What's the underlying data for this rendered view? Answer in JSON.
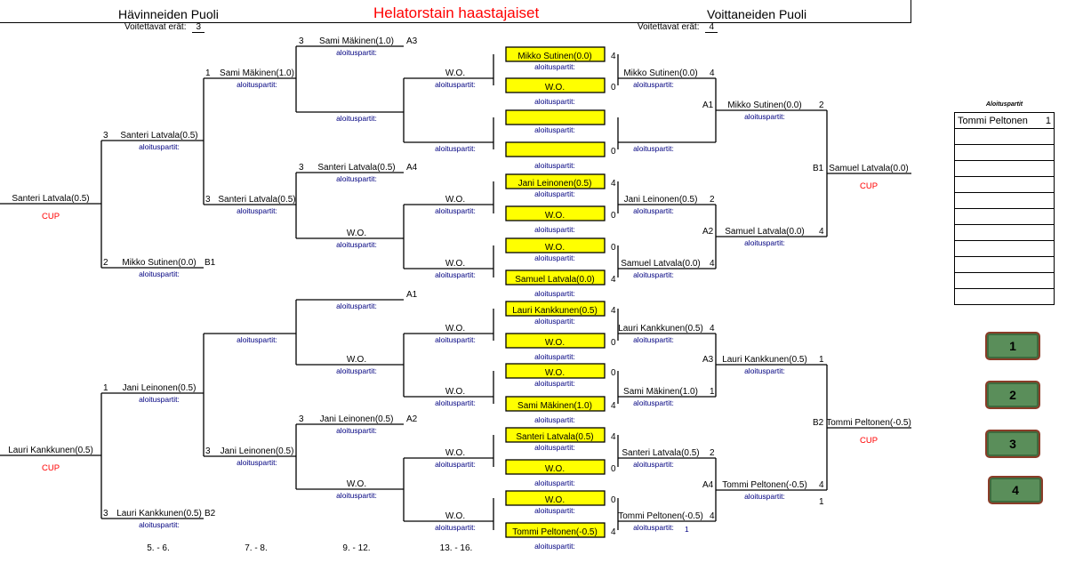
{
  "header": {
    "losers_side": "Hävinneiden Puoli",
    "title": "Helatorstain haastajaiset",
    "winners_side": "Voittaneiden Puoli",
    "losers_wins_label": "Voitettavat erät:",
    "losers_wins_value": "3",
    "winners_wins_label": "Voitettavat erät:",
    "winners_wins_value": "4"
  },
  "round_labels": [
    "5. - 6.",
    "7. - 8.",
    "9. - 12.",
    "13. - 16."
  ],
  "sub_label": "aloituspartit:",
  "cup_label": "CUP",
  "losers_rounds": {
    "col1": [
      {
        "name": "Santeri Latvala(0.5)",
        "cup": true
      },
      {
        "name": "Lauri Kankkunen(0.5)",
        "cup": true
      }
    ],
    "col2": [
      {
        "score": "3",
        "name": "Santeri Latvala(0.5)",
        "tag": ""
      },
      {
        "score": "2",
        "name": "Mikko Sutinen(0.0)",
        "tag": "B1"
      },
      {
        "score": "1",
        "name": "Jani Leinonen(0.5)",
        "tag": ""
      },
      {
        "score": "3",
        "name": "Lauri Kankkunen(0.5)",
        "tag": "B2"
      }
    ],
    "col3": [
      {
        "score": "1",
        "name": "Sami Mäkinen(1.0)"
      },
      {
        "score": "3",
        "name": "Santeri Latvala(0.5)"
      },
      {
        "score": "",
        "name": ""
      },
      {
        "score": "3",
        "name": "Jani Leinonen(0.5)"
      }
    ],
    "col4": [
      {
        "score": "3",
        "name": "Sami Mäkinen(1.0)",
        "tag": "A3"
      },
      {
        "score": "",
        "name": "",
        "tag": ""
      },
      {
        "score": "3",
        "name": "Santeri Latvala(0.5)",
        "tag": "A4"
      },
      {
        "score": "",
        "name": "W.O.",
        "tag": ""
      },
      {
        "score": "",
        "name": "",
        "tag": "A1"
      },
      {
        "score": "",
        "name": "W.O.",
        "tag": ""
      },
      {
        "score": "3",
        "name": "Jani Leinonen(0.5)",
        "tag": "A2"
      },
      {
        "score": "",
        "name": "W.O.",
        "tag": ""
      }
    ],
    "col5": [
      "W.O.",
      "",
      "W.O.",
      "W.O.",
      "W.O.",
      "W.O.",
      "W.O.",
      "W.O."
    ]
  },
  "first_round": [
    {
      "name": "Mikko Sutinen(0.0)",
      "score": "4"
    },
    {
      "name": "W.O.",
      "score": "0"
    },
    {
      "name": "",
      "score": ""
    },
    {
      "name": "",
      "score": "0"
    },
    {
      "name": "Jani Leinonen(0.5)",
      "score": "4"
    },
    {
      "name": "W.O.",
      "score": "0"
    },
    {
      "name": "W.O.",
      "score": "0"
    },
    {
      "name": "Samuel Latvala(0.0)",
      "score": "4"
    },
    {
      "name": "Lauri Kankkunen(0.5)",
      "score": "4"
    },
    {
      "name": "W.O.",
      "score": "0"
    },
    {
      "name": "W.O.",
      "score": "0"
    },
    {
      "name": "Sami Mäkinen(1.0)",
      "score": "4"
    },
    {
      "name": "Santeri Latvala(0.5)",
      "score": "4"
    },
    {
      "name": "W.O.",
      "score": "0"
    },
    {
      "name": "W.O.",
      "score": "0"
    },
    {
      "name": "Tommi Peltonen(-0.5)",
      "score": "4"
    }
  ],
  "winners_rounds": {
    "qf": [
      {
        "name": "Mikko Sutinen(0.0)",
        "score": "4",
        "sub_extra": ""
      },
      {
        "name": "",
        "score": "",
        "sub_extra": ""
      },
      {
        "name": "Jani Leinonen(0.5)",
        "score": "2",
        "sub_extra": ""
      },
      {
        "name": "Samuel Latvala(0.0)",
        "score": "4",
        "sub_extra": ""
      },
      {
        "name": "Lauri Kankkunen(0.5)",
        "score": "4",
        "sub_extra": ""
      },
      {
        "name": "Sami Mäkinen(1.0)",
        "score": "1",
        "sub_extra": ""
      },
      {
        "name": "Santeri Latvala(0.5)",
        "score": "2",
        "sub_extra": ""
      },
      {
        "name": "Tommi Peltonen(-0.5)",
        "score": "4",
        "sub_extra": "1"
      }
    ],
    "sf": [
      {
        "tag": "A1",
        "name": "Mikko Sutinen(0.0)",
        "score": "2"
      },
      {
        "tag": "A2",
        "name": "Samuel Latvala(0.0)",
        "score": "4"
      },
      {
        "tag": "A3",
        "name": "Lauri Kankkunen(0.5)",
        "score": "1"
      },
      {
        "tag": "A4",
        "name": "Tommi Peltonen(-0.5)",
        "score": "4"
      }
    ],
    "final": [
      {
        "tag": "B1",
        "name": "Samuel Latvala(0.0)"
      },
      {
        "tag": "B2",
        "name": "Tommi Peltonen(-0.5)"
      }
    ],
    "extra_score": "1"
  },
  "side_panel": {
    "title": "Aloituspartit",
    "rows": [
      {
        "name": "Tommi Peltonen",
        "count": "1"
      },
      {
        "name": "",
        "count": ""
      },
      {
        "name": "",
        "count": ""
      },
      {
        "name": "",
        "count": ""
      },
      {
        "name": "",
        "count": ""
      },
      {
        "name": "",
        "count": ""
      },
      {
        "name": "",
        "count": ""
      },
      {
        "name": "",
        "count": ""
      },
      {
        "name": "",
        "count": ""
      },
      {
        "name": "",
        "count": ""
      },
      {
        "name": "",
        "count": ""
      },
      {
        "name": "",
        "count": ""
      }
    ]
  },
  "buttons": [
    "1",
    "2",
    "3",
    "4"
  ],
  "colors": {
    "highlight": "#ffff00",
    "title": "#ff0000",
    "sub": "#000080",
    "button": "#5a8e5a",
    "button_border": "#8a3c28"
  }
}
